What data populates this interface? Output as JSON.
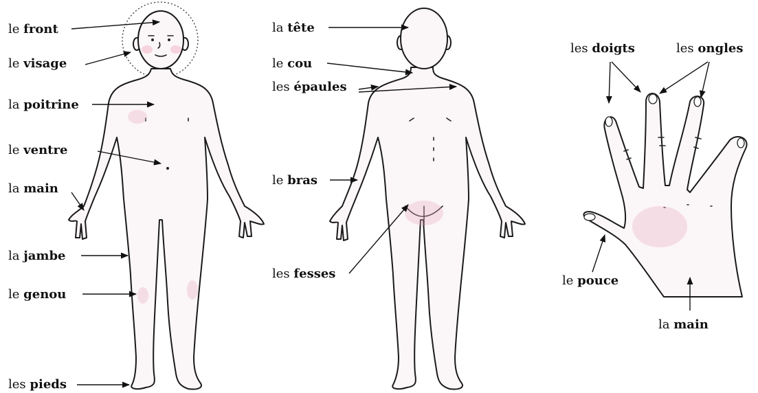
{
  "figures": {
    "front_body": {
      "labels": [
        {
          "article": "le",
          "word": "front"
        },
        {
          "article": "le",
          "word": "visage"
        },
        {
          "article": "la",
          "word": "poitrine"
        },
        {
          "article": "le",
          "word": "ventre"
        },
        {
          "article": "la",
          "word": "main"
        },
        {
          "article": "la",
          "word": "jambe"
        },
        {
          "article": "le",
          "word": "genou"
        },
        {
          "article": "les",
          "word": "pieds"
        }
      ]
    },
    "back_body": {
      "labels": [
        {
          "article": "la",
          "word": "tête"
        },
        {
          "article": "le",
          "word": "cou"
        },
        {
          "article": "les",
          "word": "épaules"
        },
        {
          "article": "le",
          "word": "bras"
        },
        {
          "article": "les",
          "word": "fesses"
        }
      ]
    },
    "hand": {
      "labels": [
        {
          "article": "les",
          "word": "doigts"
        },
        {
          "article": "les",
          "word": "ongles"
        },
        {
          "article": "le",
          "word": "pouce"
        },
        {
          "article": "la",
          "word": "main"
        }
      ]
    }
  },
  "colors": {
    "outline": "#1a1a1a",
    "skin": "#fbf6f8",
    "blush": "#f0b8c8"
  }
}
